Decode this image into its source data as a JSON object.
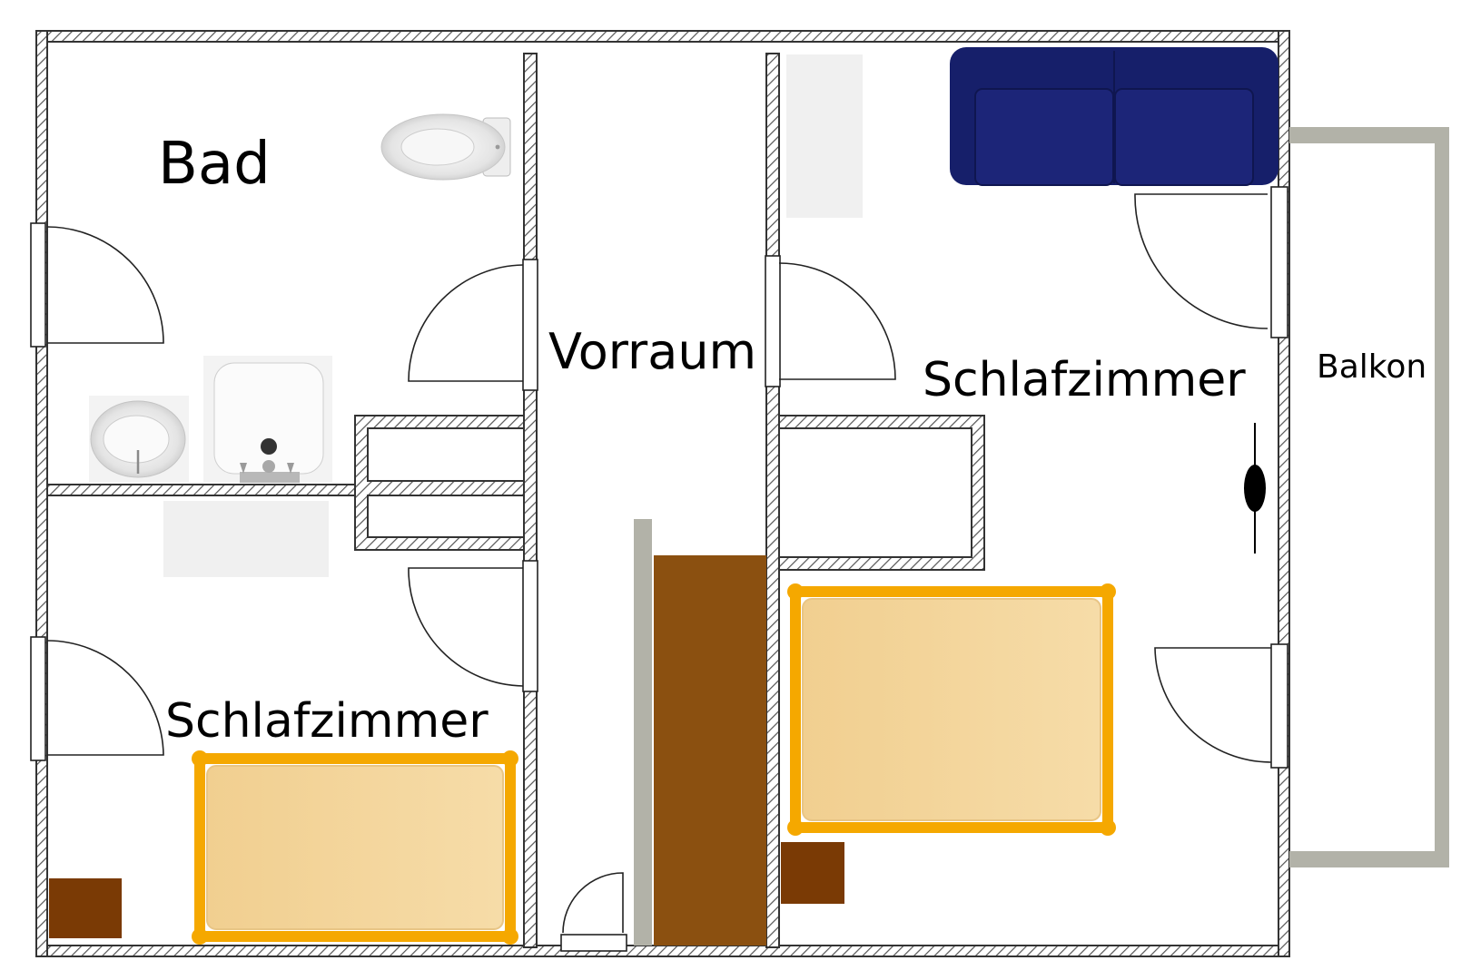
{
  "rooms": {
    "bad": "Bad",
    "vorraum": "Vorraum",
    "schlafzimmer_left": "Schlafzimmer",
    "schlafzimmer_right": "Schlafzimmer",
    "balkon": "Balkon"
  },
  "colors": {
    "wall_stroke": "#333333",
    "hatch": "#666666",
    "bed_frame": "#f5a800",
    "bed_mattress": "#f3d59c",
    "nightstand": "#7a3a05",
    "wardrobe": "#8b5010",
    "sofa": "#1a2470",
    "balcony_rail": "#b0b0a8",
    "appliance": "#f2f2f2"
  }
}
